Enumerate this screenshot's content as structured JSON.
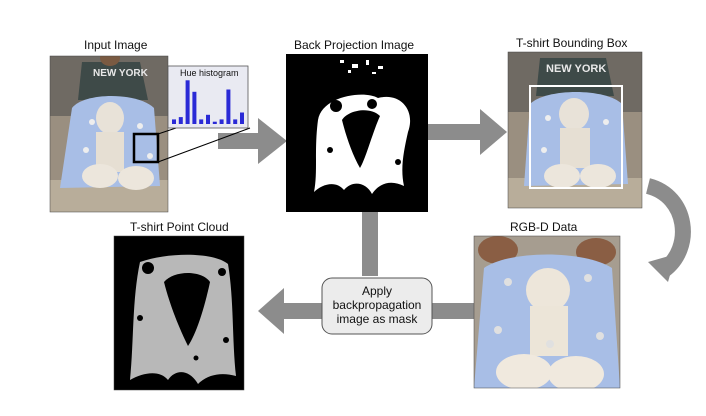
{
  "labels": {
    "input": "Input Image",
    "backproj": "Back Projection Image",
    "bbox": "T-shirt Bounding Box",
    "rgbd": "RGB-D Data",
    "pointcloud": "T-shirt Point Cloud"
  },
  "inset": {
    "title": "Hue histogram"
  },
  "process_box": {
    "lines": [
      "Apply",
      "backpropagation",
      "image as mask"
    ]
  },
  "shirt_text": "NEW YORK",
  "colors": {
    "arrow": "#8c8c8c",
    "shirt_blue": "#a8bee6",
    "hist_bar": "#2a2ad6",
    "bbox_outline": "#ffffff"
  },
  "histogram_levels": [
    0.1,
    0.15,
    0.95,
    0.7,
    0.1,
    0.2,
    0.05,
    0.1,
    0.75,
    0.1,
    0.25
  ]
}
